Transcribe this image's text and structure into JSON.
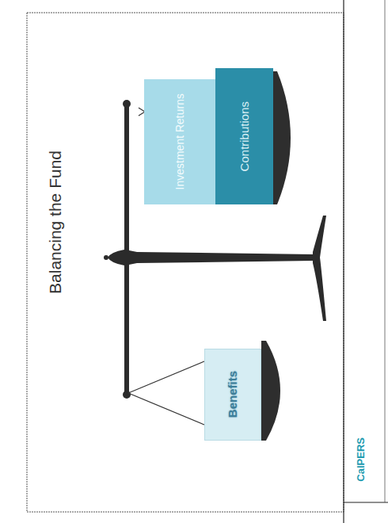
{
  "diagram": {
    "title": "Balancing the Fund",
    "nodes": [
      {
        "text": [
          "Benefits"
        ]
      },
      {
        "text": [
          "Investment Returns"
        ]
      },
      {
        "text": [
          "Contributions"
        ]
      }
    ],
    "labels": [
      "CalPERS"
    ]
  }
}
